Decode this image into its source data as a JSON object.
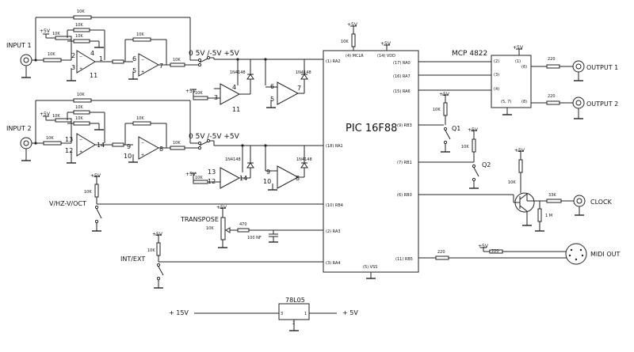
{
  "inputs": {
    "input1": "INPUT 1",
    "input2": "INPUT 2"
  },
  "outputs": {
    "output1": "OUTPUT 1",
    "output2": "OUTPUT 2",
    "clock": "CLOCK",
    "midi_out": "MIDI OUT"
  },
  "labels": {
    "v_hz_v_oct": "V/HZ-V/OCT",
    "transpose": "TRANSPOSE",
    "int_ext": "INT/EXT",
    "voltage_sel_1": "0 5V /-5V +5V",
    "voltage_sel_2": "0 5V /-5V +5V",
    "plus_15v": "+ 15V",
    "plus_5v_out": "+ 5V",
    "q1": "Q1",
    "q2": "Q2"
  },
  "supply": "+5V",
  "chips": {
    "pic": {
      "name": "PIC 16F88",
      "pins_left": [
        "(1) RA2",
        "(18) RA1",
        "(10) RB4",
        "(2) RA3",
        "(3) RA4"
      ],
      "pins_right": [
        "(17) RA0",
        "(16) RA7",
        "(15) RA6",
        "(9) RB3",
        "(7) RB1",
        "(6) RB0",
        "(11) RB5"
      ],
      "pins_top": [
        "(4) MCLR",
        "(14) VDD"
      ],
      "pins_bottom": [
        "(5) VSS"
      ]
    },
    "dac": {
      "name": "MCP 4822",
      "pins": [
        "(2)",
        "(3)",
        "(4)",
        "(1)",
        "(6)",
        "(8)",
        "(5, 7)"
      ]
    },
    "reg": {
      "name": "78L05",
      "pins": [
        "3",
        "1",
        "2"
      ]
    }
  },
  "opamp_pins": {
    "a": [
      "2",
      "3",
      "4",
      "1",
      "11"
    ],
    "b": [
      "6",
      "5",
      "7"
    ],
    "c": [
      "4",
      "3",
      "11"
    ],
    "d": [
      "6",
      "5",
      "7"
    ],
    "e": [
      "13",
      "12",
      "14"
    ],
    "f": [
      "9",
      "10",
      "8"
    ],
    "g": [
      "13",
      "12",
      "14"
    ],
    "h": [
      "9",
      "10",
      "8"
    ]
  },
  "components": {
    "r10k": "10K",
    "r220": "220",
    "r470": "470",
    "r33k": "33K",
    "r1m": "1 M",
    "c100nf": "100 NF",
    "diode": "1N4148"
  }
}
